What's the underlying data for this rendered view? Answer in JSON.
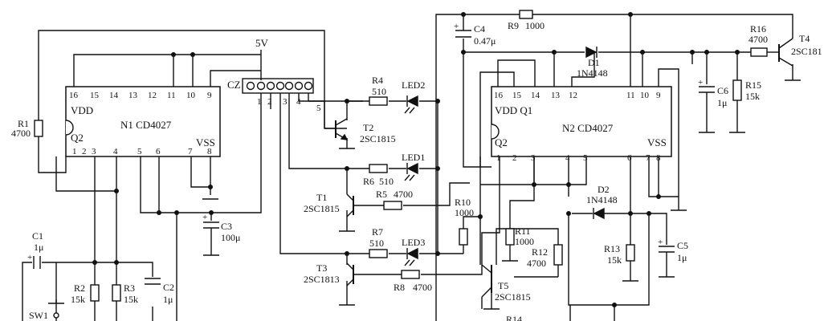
{
  "supply": {
    "label": "5V"
  },
  "connector": {
    "label": "CZ",
    "pins": [
      "1",
      "2",
      "3",
      "4",
      "5"
    ]
  },
  "n1": {
    "name": "N1 CD4027",
    "vdd": "VDD",
    "vss": "VSS",
    "q2": "Q2",
    "top_pins": [
      "16",
      "15",
      "14",
      "13",
      "12",
      "11",
      "10",
      "9"
    ],
    "bottom_pins": [
      "1",
      "2",
      "3",
      "4",
      "5",
      "6",
      "7",
      "8"
    ]
  },
  "n2": {
    "name": "N2 CD4027",
    "vddq1": "VDD Q1",
    "vss": "VSS",
    "q2": "Q2",
    "top_pins": [
      "16",
      "15",
      "14",
      "13",
      "12",
      "11",
      "10",
      "9"
    ],
    "bottom_pins": [
      "1",
      "2",
      "3",
      "4",
      "5",
      "6",
      "7",
      "8"
    ]
  },
  "components": {
    "r1": {
      "ref": "R1",
      "value": "4700"
    },
    "r2": {
      "ref": "R2",
      "value": "15k"
    },
    "r3": {
      "ref": "R3",
      "value": "15k"
    },
    "r4": {
      "ref": "R4",
      "value": "510"
    },
    "r5": {
      "ref": "R5",
      "value": "4700"
    },
    "r6": {
      "ref": "R6",
      "value": "510"
    },
    "r7": {
      "ref": "R7",
      "value": "510"
    },
    "r8": {
      "ref": "R8",
      "value": "4700"
    },
    "r9": {
      "ref": "R9",
      "value": "1000"
    },
    "r10": {
      "ref": "R10",
      "value": "1000"
    },
    "r11": {
      "ref": "R11",
      "value": "1000"
    },
    "r12": {
      "ref": "R12",
      "value": "4700"
    },
    "r13": {
      "ref": "R13",
      "value": "15k"
    },
    "r14": {
      "ref": "R14"
    },
    "r15": {
      "ref": "R15",
      "value": "15k"
    },
    "r16": {
      "ref": "R16",
      "value": "4700"
    },
    "c1": {
      "ref": "C1",
      "value": "1μ"
    },
    "c2": {
      "ref": "C2",
      "value": "1μ"
    },
    "c3": {
      "ref": "C3",
      "value": "100μ"
    },
    "c4": {
      "ref": "C4",
      "value": "0.47μ"
    },
    "c5": {
      "ref": "C5",
      "value": "1μ"
    },
    "c6": {
      "ref": "C6",
      "value": "1μ"
    },
    "d1": {
      "ref": "D1",
      "value": "1N4148"
    },
    "d2": {
      "ref": "D2",
      "value": "1N4148"
    },
    "led1": {
      "ref": "LED1"
    },
    "led2": {
      "ref": "LED2"
    },
    "led3": {
      "ref": "LED3"
    },
    "t1": {
      "ref": "T1",
      "value": "2SC1815"
    },
    "t2": {
      "ref": "T2",
      "value": "2SC1815"
    },
    "t3": {
      "ref": "T3",
      "value": "2SC1813"
    },
    "t4": {
      "ref": "T4",
      "value": "2SC181"
    },
    "t5": {
      "ref": "T5",
      "value": "2SC1815"
    },
    "sw1": {
      "ref": "SW1"
    }
  }
}
